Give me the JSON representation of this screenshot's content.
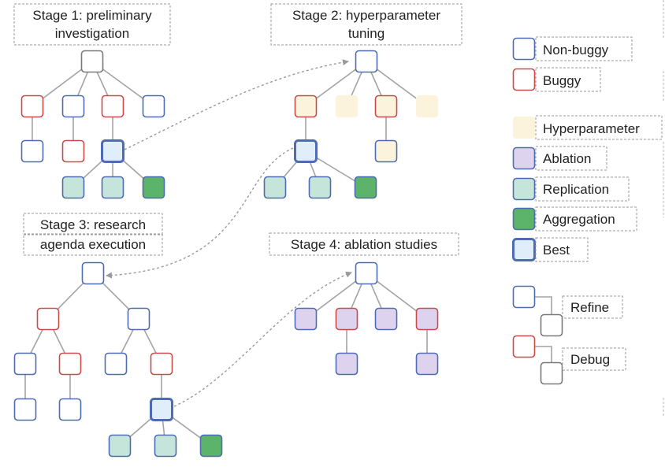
{
  "colors": {
    "edge": "#a3a3a3",
    "non_buggy_border": "#4f6bb3",
    "buggy_border": "#cc4a4a",
    "root_border": "#7a7a7a",
    "hyperparameter_fill": "#fcf3dc",
    "ablation_fill": "#ddd3ef",
    "replication_fill": "#c6e5da",
    "aggregation_fill": "#5cb36a",
    "best_fill": "#e0eefa",
    "best_border": "#4f6bb3",
    "arrow": "#9a9a9a"
  },
  "stages": [
    {
      "id": "stage1",
      "lines": [
        "Stage 1: preliminary",
        "investigation"
      ]
    },
    {
      "id": "stage2",
      "lines": [
        "Stage 2: hyperparameter",
        "tuning"
      ]
    },
    {
      "id": "stage3",
      "lines": [
        "Stage 3: research",
        "agenda execution"
      ]
    },
    {
      "id": "stage4",
      "lines": [
        "Stage 4: ablation studies"
      ]
    }
  ],
  "legend": {
    "items": [
      {
        "label": "Non-buggy",
        "kind": "non-buggy"
      },
      {
        "label": "Buggy",
        "kind": "buggy"
      },
      {
        "label": "Hyperparameter",
        "kind": "hyperparameter"
      },
      {
        "label": "Ablation",
        "kind": "ablation"
      },
      {
        "label": "Replication",
        "kind": "replication"
      },
      {
        "label": "Aggregation",
        "kind": "aggregation"
      },
      {
        "label": "Best",
        "kind": "best"
      }
    ],
    "relations": [
      {
        "label": "Refine",
        "from_kind": "non-buggy"
      },
      {
        "label": "Debug",
        "from_kind": "buggy"
      }
    ]
  }
}
